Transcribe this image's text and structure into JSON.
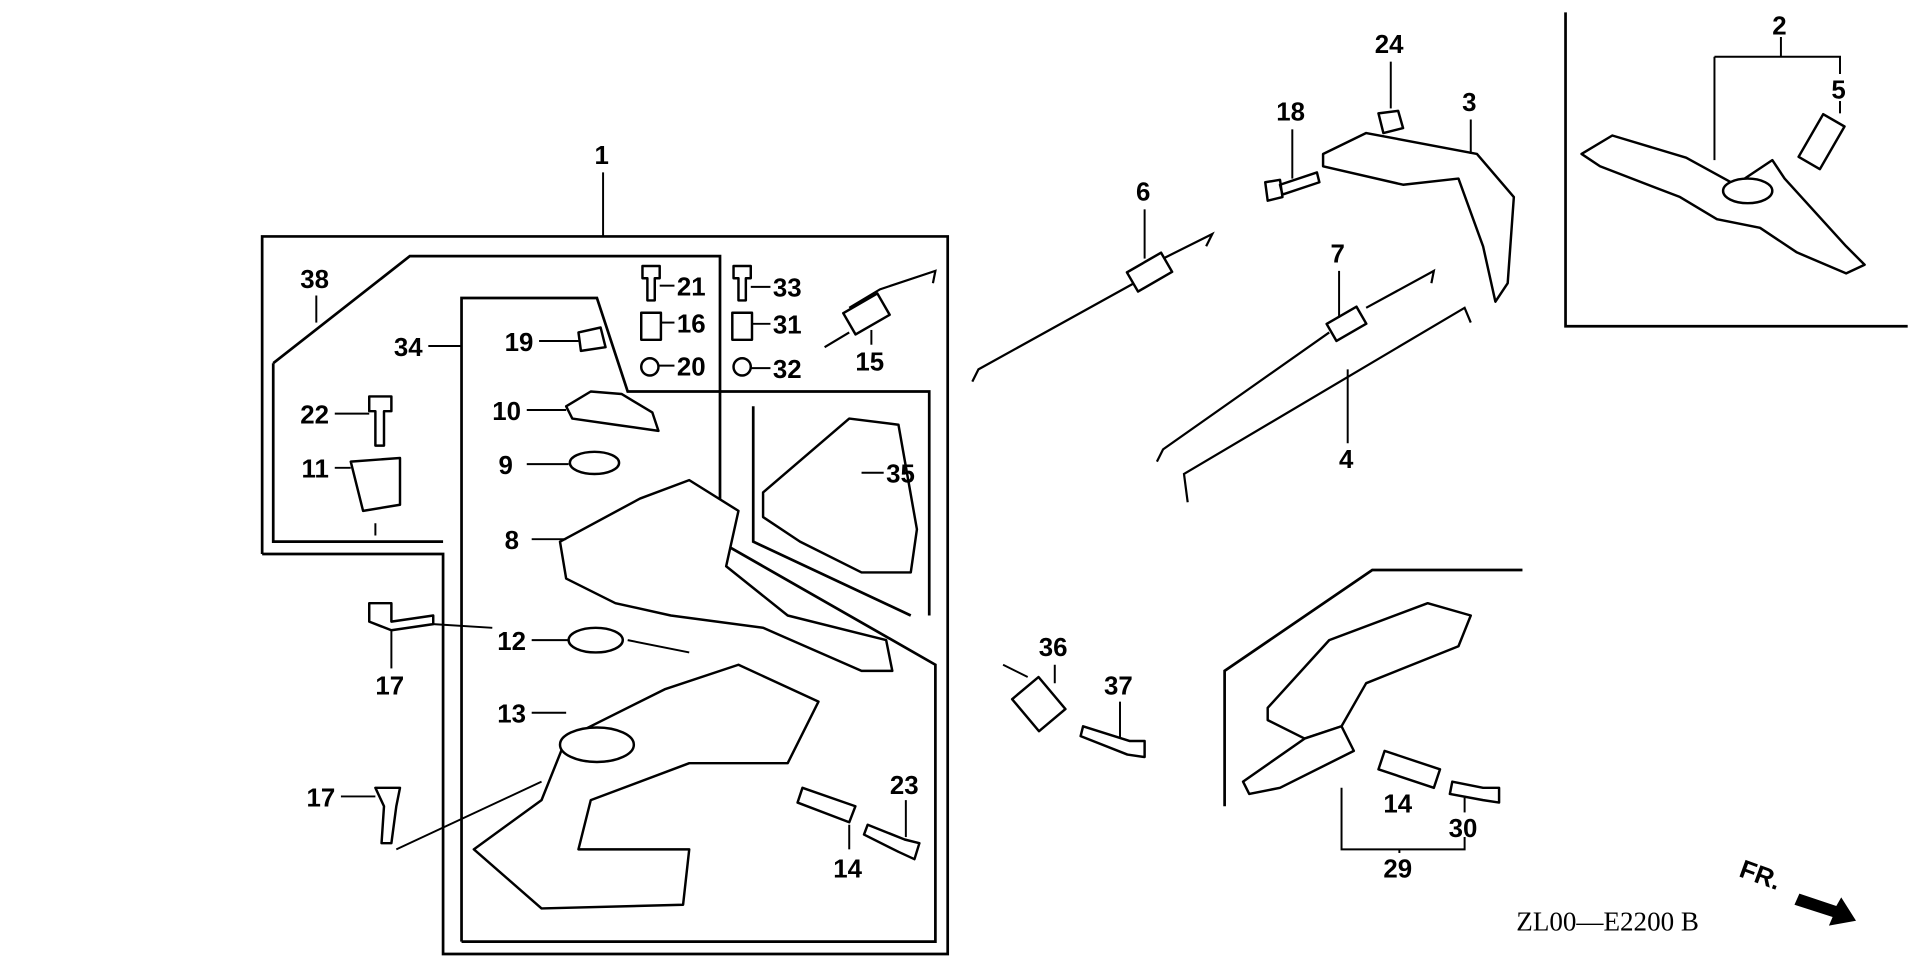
{
  "diagram": {
    "code": "ZL00—E2200 B",
    "front_label": "FR.",
    "front_arrow_icon": "arrow-right-down-icon",
    "labels": {
      "p1": "1",
      "p2": "2",
      "p3": "3",
      "p4": "4",
      "p5": "5",
      "p6": "6",
      "p7": "7",
      "p8": "8",
      "p9": "9",
      "p10": "10",
      "p11": "11",
      "p12": "12",
      "p13": "13",
      "p14a": "14",
      "p14b": "14",
      "p15": "15",
      "p16": "16",
      "p17a": "17",
      "p17b": "17",
      "p18": "18",
      "p19": "19",
      "p20": "20",
      "p21": "21",
      "p22": "22",
      "p23": "23",
      "p24": "24",
      "p29": "29",
      "p30": "30",
      "p31": "31",
      "p32": "32",
      "p33": "33",
      "p34": "34",
      "p35": "35",
      "p36": "36",
      "p37": "37",
      "p38": "38"
    }
  }
}
